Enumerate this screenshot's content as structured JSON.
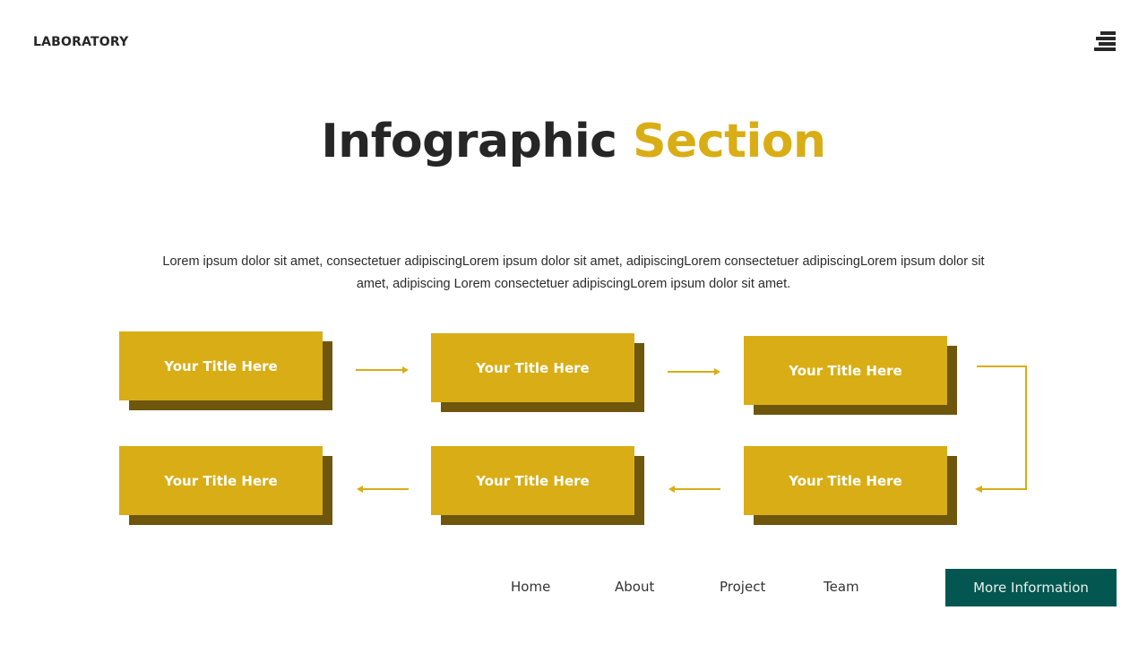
{
  "header": {
    "brand": "LABORATORY",
    "menu_icon": "hamburger-menu-icon"
  },
  "hero": {
    "title_main": "Infographic",
    "title_accent": "Section",
    "description": "Lorem ipsum dolor sit amet, consectetuer adipiscingLorem ipsum dolor sit amet, adipiscingLorem consectetuer adipiscingLorem ipsum dolor sit amet, adipiscing Lorem consectetuer adipiscingLorem ipsum dolor sit amet."
  },
  "flow": {
    "steps": [
      {
        "label": "Your Title Here"
      },
      {
        "label": "Your Title Here"
      },
      {
        "label": "Your Title Here"
      },
      {
        "label": "Your Title Here"
      },
      {
        "label": "Your Title Here"
      },
      {
        "label": "Your Title Here"
      }
    ],
    "colors": {
      "box": "#d9ad15",
      "shadow": "#6e560d",
      "arrow": "#d9ad15"
    }
  },
  "footer_nav": {
    "links": [
      {
        "label": "Home"
      },
      {
        "label": "About"
      },
      {
        "label": "Project"
      },
      {
        "label": "Team"
      }
    ],
    "cta_label": "More Information",
    "cta_color": "#035750"
  }
}
